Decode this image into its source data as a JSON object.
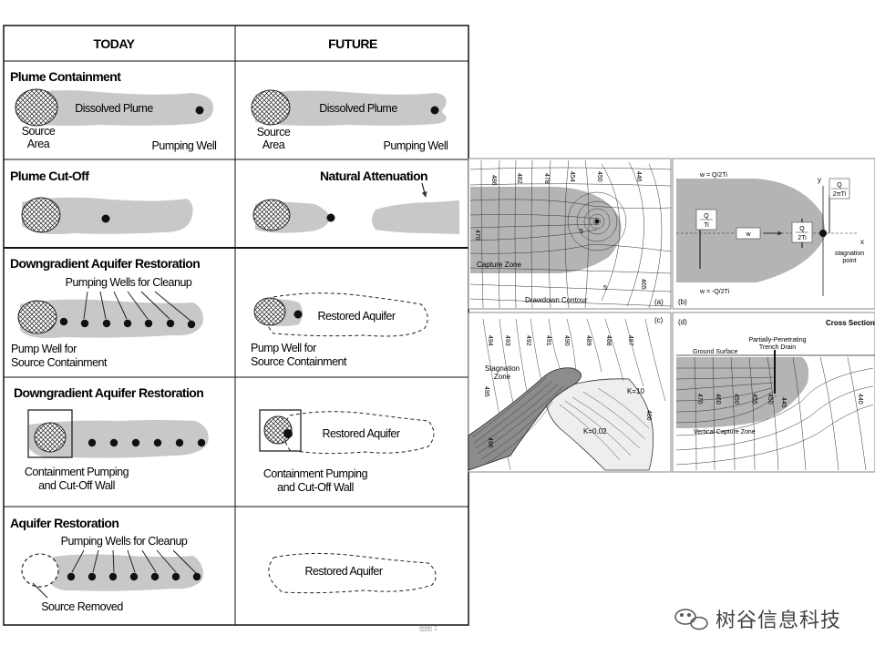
{
  "table": {
    "col_today": "TODAY",
    "col_future": "FUTURE",
    "rows": [
      {
        "title": "Plume Containment",
        "today_plume": "Dissolved Plume",
        "today_source": "Source",
        "today_area": "Area",
        "today_well": "Pumping Well",
        "future_plume": "Dissolved Plume",
        "future_source": "Source",
        "future_area": "Area",
        "future_well": "Pumping Well"
      },
      {
        "title": "Plume Cut-Off",
        "future_note": "Natural Attenuation"
      },
      {
        "title": "Downgradient Aquifer Restoration",
        "today_wells": "Pumping Wells for Cleanup",
        "today_pump1": "Pump Well for",
        "today_pump2": "Source Containment",
        "future_restored": "Restored Aquifer",
        "future_pump1": "Pump Well for",
        "future_pump2": "Source Containment"
      },
      {
        "title": "Downgradient Aquifer Restoration",
        "today_cont1": "Containment Pumping",
        "today_cont2": "and Cut-Off Wall",
        "future_restored": "Restored Aquifer",
        "future_cont1": "Containment Pumping",
        "future_cont2": "and Cut-Off Wall"
      },
      {
        "title": "Aquifer Restoration",
        "today_wells": "Pumping Wells for Cleanup",
        "today_removed": "Source Removed",
        "future_restored": "Restored Aquifer"
      }
    ]
  },
  "panel_a": {
    "tag": "(a)",
    "capture_zone": "Capture Zone",
    "drawdown": "Drawdown Contour",
    "contour_labels": [
      "486",
      "482",
      "478",
      "454",
      "450",
      "446",
      "470",
      "5",
      "5",
      "465"
    ]
  },
  "panel_b": {
    "tag": "(b)",
    "w_top": "w = Q/2Ti",
    "w_bottom": "w = -Q/2Ti",
    "frac_q_ti_num": "Q",
    "frac_q_ti_den": "Ti",
    "w_box": "w",
    "frac_q_2ti_num": "Q",
    "frac_q_2ti_den": "2Ti",
    "frac_q_2pi_num": "Q",
    "frac_q_2pi_den": "2πTi",
    "axis_x": "x",
    "axis_y": "y",
    "stagnation1": "stagnation",
    "stagnation2": "point"
  },
  "panel_c": {
    "tag": "(c)",
    "stagnation1": "Stagnation",
    "stagnation2": "Zone",
    "k_high": "K=10",
    "k_low": "K=0.02",
    "contour_labels": [
      "494",
      "493",
      "492",
      "491",
      "490",
      "489",
      "488",
      "487",
      "495",
      "496",
      "486"
    ]
  },
  "panel_d": {
    "tag": "(d)",
    "title": "Cross Section",
    "trench1": "Partially-Penetrating",
    "trench2": "Trench Drain",
    "ground": "Ground Surface",
    "capture": "Vertical Capture Zone",
    "contour_labels": [
      "470",
      "460",
      "450",
      "455",
      "450",
      "445",
      "440"
    ]
  },
  "watermark": "树谷信息科技",
  "footer_mark": "图图 1",
  "colors": {
    "plume": "#c8c8c8",
    "capture": "#b4b4b4",
    "line": "#111111",
    "panel_border": "#888888"
  }
}
